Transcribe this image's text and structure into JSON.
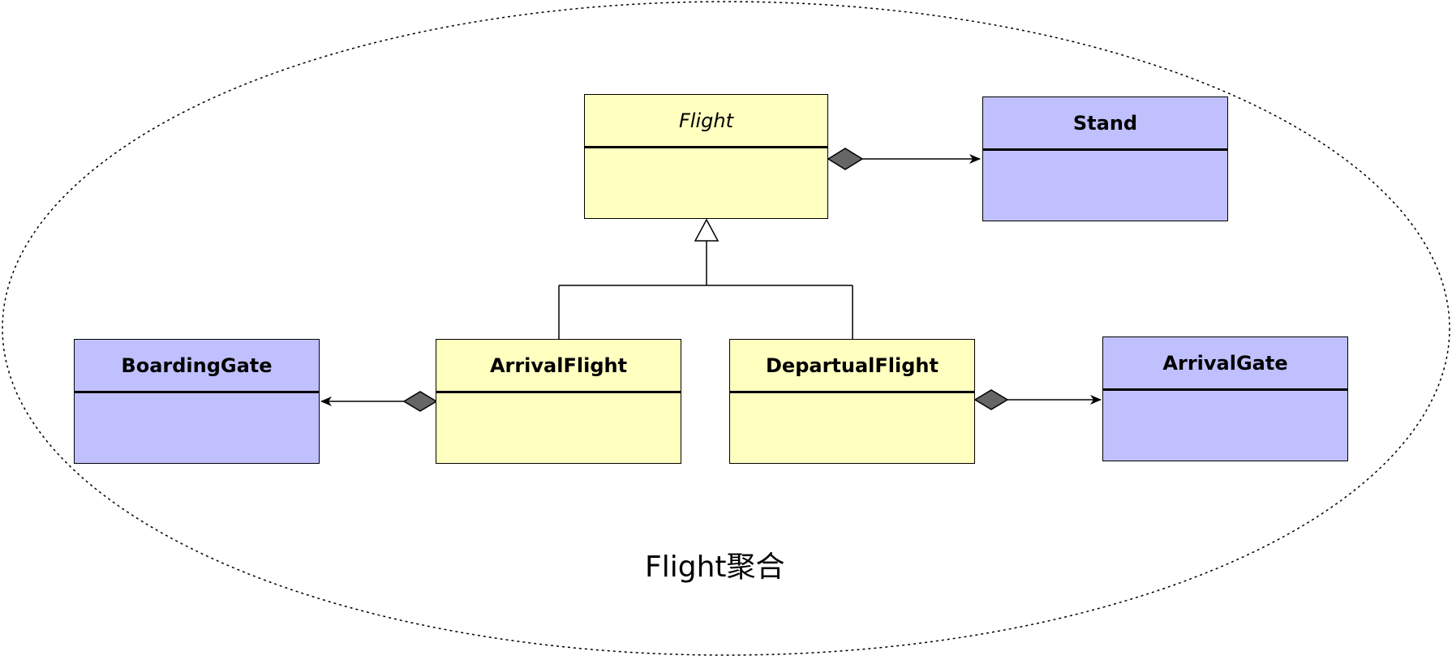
{
  "aggregate": {
    "label": "Flight聚合"
  },
  "classes": {
    "flight": {
      "name": "Flight",
      "color": "#ffffc0",
      "abstract": true
    },
    "stand": {
      "name": "Stand",
      "color": "#c0c0ff"
    },
    "boarding_gate": {
      "name": "BoardingGate",
      "color": "#c0c0ff"
    },
    "arrival_flight": {
      "name": "ArrivalFlight",
      "color": "#ffffc0"
    },
    "departual_flight": {
      "name": "DepartualFlight",
      "color": "#ffffc0"
    },
    "arrival_gate": {
      "name": "ArrivalGate",
      "color": "#c0c0ff"
    }
  },
  "relations": [
    {
      "type": "composition",
      "from": "Flight",
      "to": "Stand"
    },
    {
      "type": "generalization",
      "from": "ArrivalFlight",
      "to": "Flight"
    },
    {
      "type": "generalization",
      "from": "DepartualFlight",
      "to": "Flight"
    },
    {
      "type": "composition",
      "from": "ArrivalFlight",
      "to": "BoardingGate"
    },
    {
      "type": "composition",
      "from": "DepartualFlight",
      "to": "ArrivalGate"
    }
  ]
}
